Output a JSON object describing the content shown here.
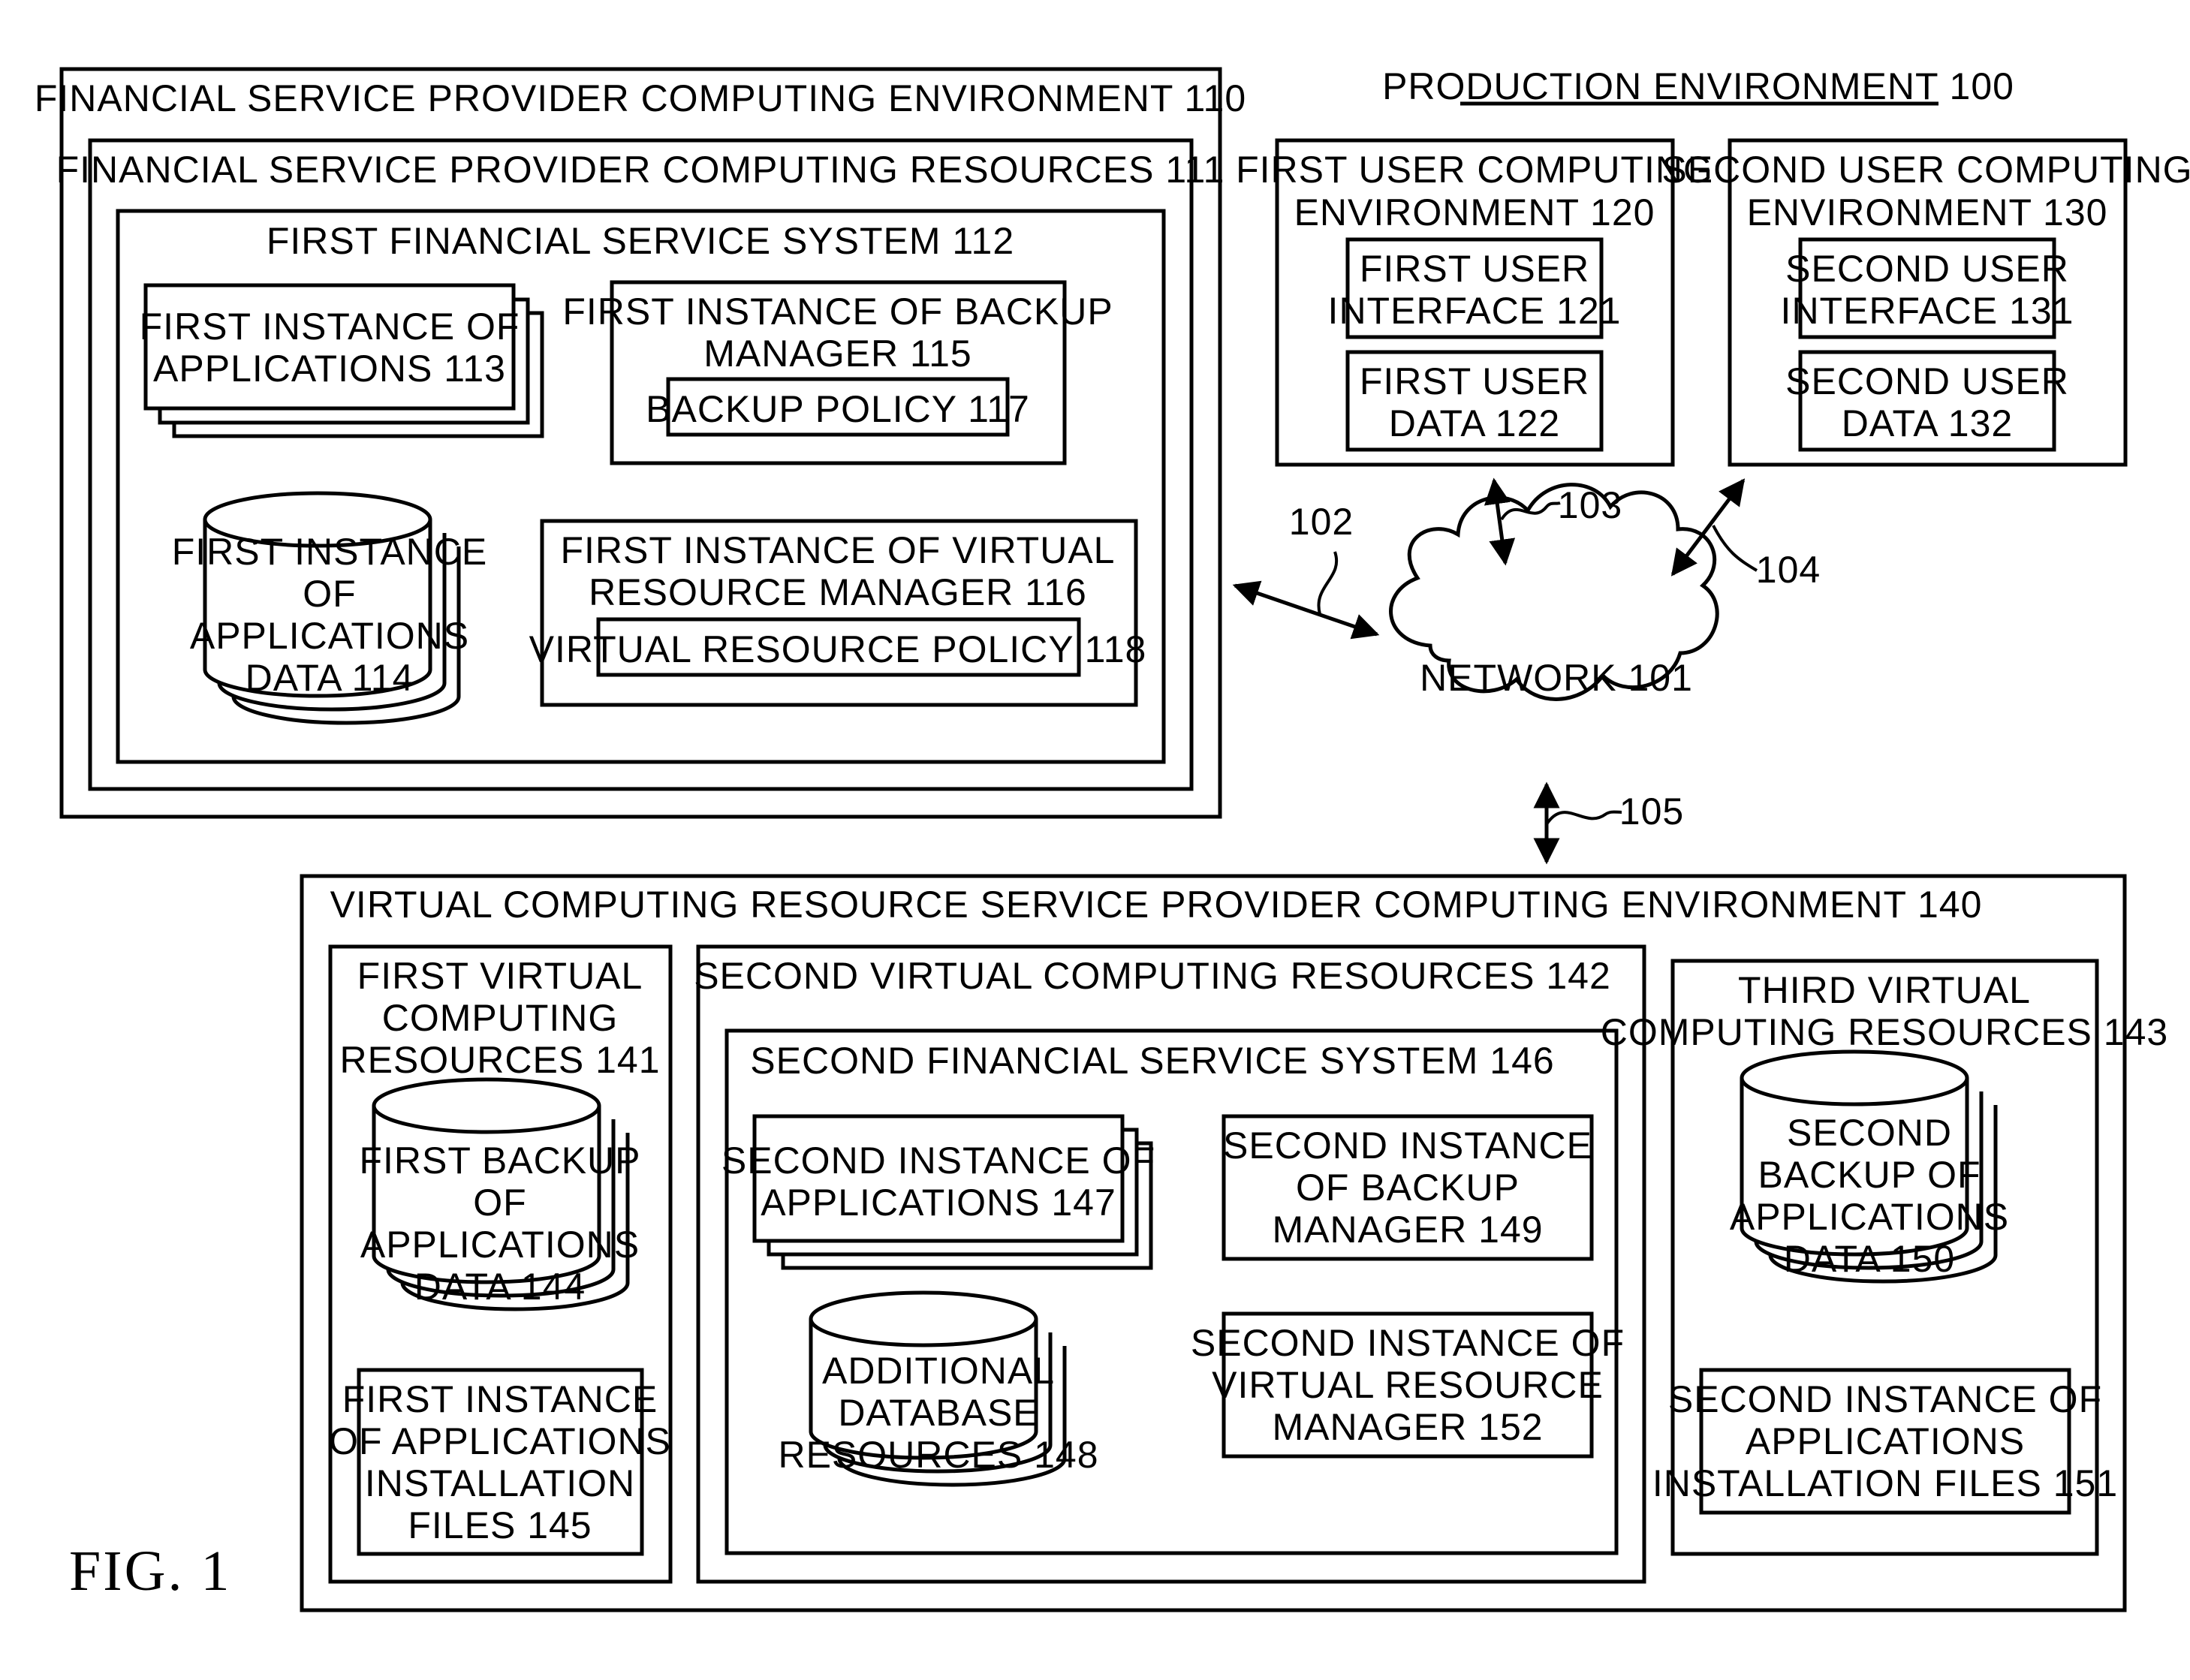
{
  "production_env": "PRODUCTION ENVIRONMENT 100",
  "fsp_env": "FINANCIAL SERVICE PROVIDER COMPUTING ENVIRONMENT 110",
  "fsp_resources": "FINANCIAL SERVICE PROVIDER COMPUTING RESOURCES 111",
  "first_fss": "FIRST FINANCIAL SERVICE SYSTEM 112",
  "app113": [
    "FIRST INSTANCE OF",
    "APPLICATIONS 113"
  ],
  "backup_mgr115": [
    "FIRST INSTANCE OF BACKUP",
    "MANAGER 115"
  ],
  "backup_policy117": "BACKUP POLICY 117",
  "appdata114": [
    "FIRST INSTANCE",
    "OF",
    "APPLICATIONS",
    "DATA 114"
  ],
  "vrm116": [
    "FIRST INSTANCE OF VIRTUAL",
    "RESOURCE MANAGER 116"
  ],
  "vrp118": "VIRTUAL RESOURCE POLICY 118",
  "user120": [
    "FIRST USER COMPUTING",
    "ENVIRONMENT 120"
  ],
  "ui121": [
    "FIRST USER",
    "INTERFACE 121"
  ],
  "ud122": [
    "FIRST USER",
    "DATA 122"
  ],
  "user130": [
    "SECOND USER COMPUTING",
    "ENVIRONMENT 130"
  ],
  "ui131": [
    "SECOND USER",
    "INTERFACE 131"
  ],
  "ud132": [
    "SECOND USER",
    "DATA 132"
  ],
  "network": "NETWORK 101",
  "refs": {
    "r102": "102",
    "r103": "103",
    "r104": "104",
    "r105": "105"
  },
  "vcrsp_env": "VIRTUAL COMPUTING RESOURCE SERVICE PROVIDER COMPUTING ENVIRONMENT 140",
  "vcr141": [
    "FIRST VIRTUAL",
    "COMPUTING",
    "RESOURCES 141"
  ],
  "backup144": [
    "FIRST BACKUP",
    "OF",
    "APPLICATIONS",
    "DATA 144"
  ],
  "files145": [
    "FIRST INSTANCE",
    "OF APPLICATIONS",
    "INSTALLATION",
    "FILES 145"
  ],
  "vcr142": "SECOND VIRTUAL COMPUTING RESOURCES 142",
  "fss146": "SECOND FINANCIAL SERVICE SYSTEM 146",
  "app147": [
    "SECOND INSTANCE OF",
    "APPLICATIONS 147"
  ],
  "bm149": [
    "SECOND INSTANCE",
    "OF BACKUP",
    "MANAGER 149"
  ],
  "db148": [
    "ADDITIONAL",
    "DATABASE",
    "RESOURCES 148"
  ],
  "vrm152": [
    "SECOND INSTANCE OF",
    "VIRTUAL RESOURCE",
    "MANAGER 152"
  ],
  "vcr143": [
    "THIRD VIRTUAL",
    "COMPUTING RESOURCES 143"
  ],
  "backup150": [
    "SECOND",
    "BACKUP OF",
    "APPLICATIONS",
    "DATA 150"
  ],
  "files151": [
    "SECOND INSTANCE OF",
    "APPLICATIONS",
    "INSTALLATION FILES 151"
  ],
  "fig_label": "FIG. 1"
}
